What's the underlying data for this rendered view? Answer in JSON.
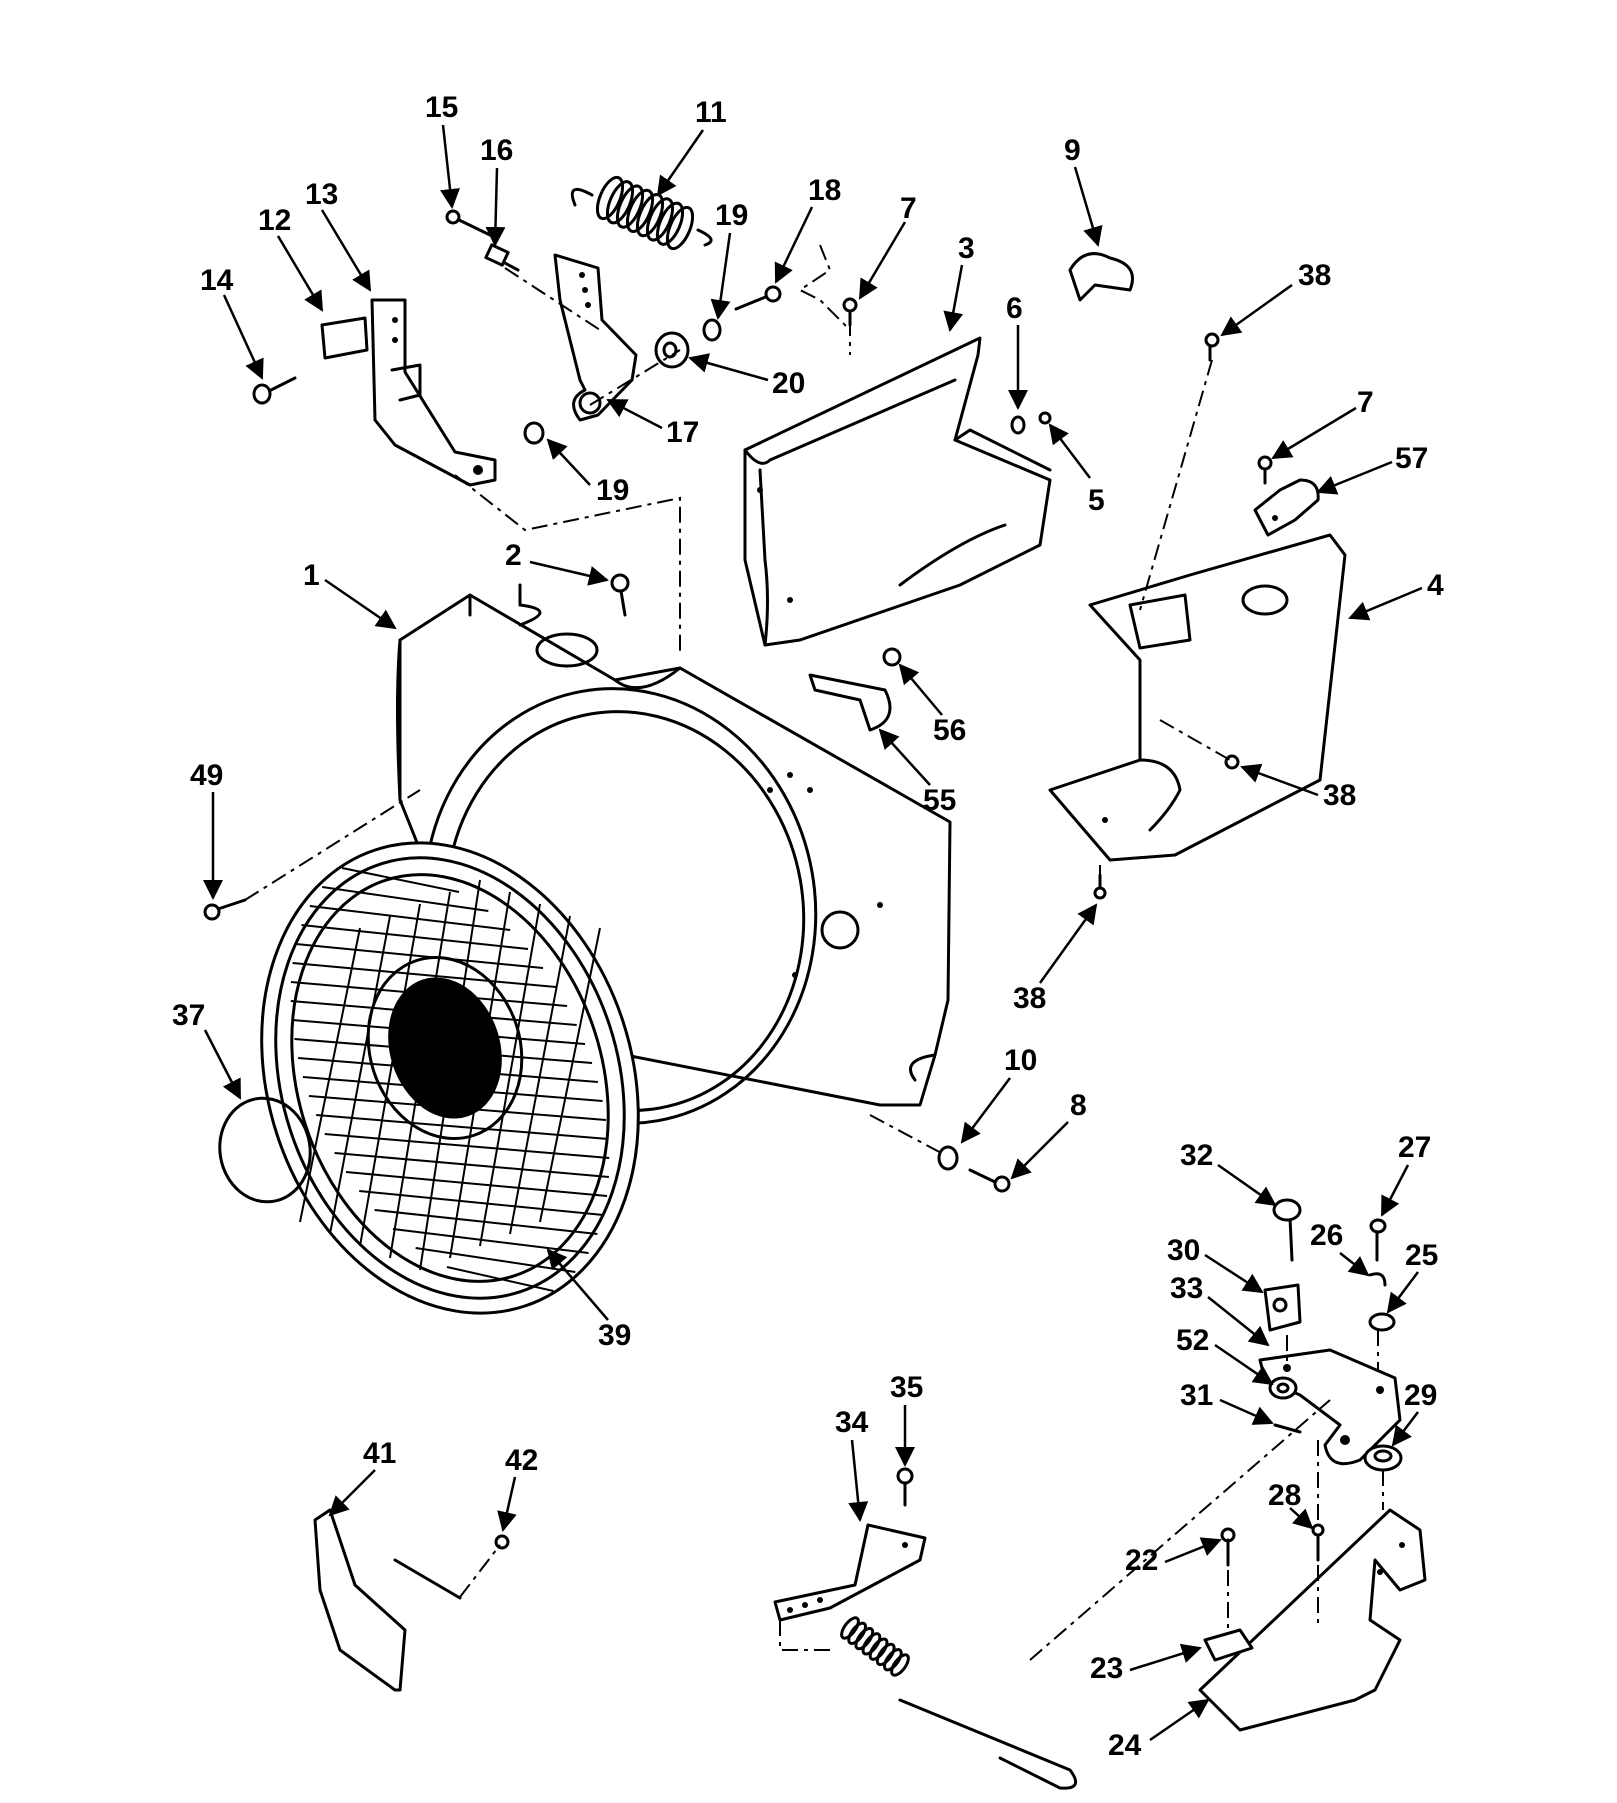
{
  "callouts": {
    "c1": "1",
    "c2": "2",
    "c3": "3",
    "c4": "4",
    "c5": "5",
    "c6": "6",
    "c7a": "7",
    "c7b": "7",
    "c8": "8",
    "c9": "9",
    "c10": "10",
    "c11": "11",
    "c12": "12",
    "c13": "13",
    "c14": "14",
    "c15": "15",
    "c16": "16",
    "c17": "17",
    "c18": "18",
    "c19a": "19",
    "c19b": "19",
    "c20": "20",
    "c22": "22",
    "c23": "23",
    "c24": "24",
    "c25": "25",
    "c26": "26",
    "c27": "27",
    "c28": "28",
    "c29": "29",
    "c30": "30",
    "c31": "31",
    "c32": "32",
    "c33": "33",
    "c34": "34",
    "c35": "35",
    "c37": "37",
    "c38a": "38",
    "c38b": "38",
    "c38c": "38",
    "c39": "39",
    "c41": "41",
    "c42": "42",
    "c49": "49",
    "c52": "52",
    "c55": "55",
    "c56": "56",
    "c57": "57"
  }
}
